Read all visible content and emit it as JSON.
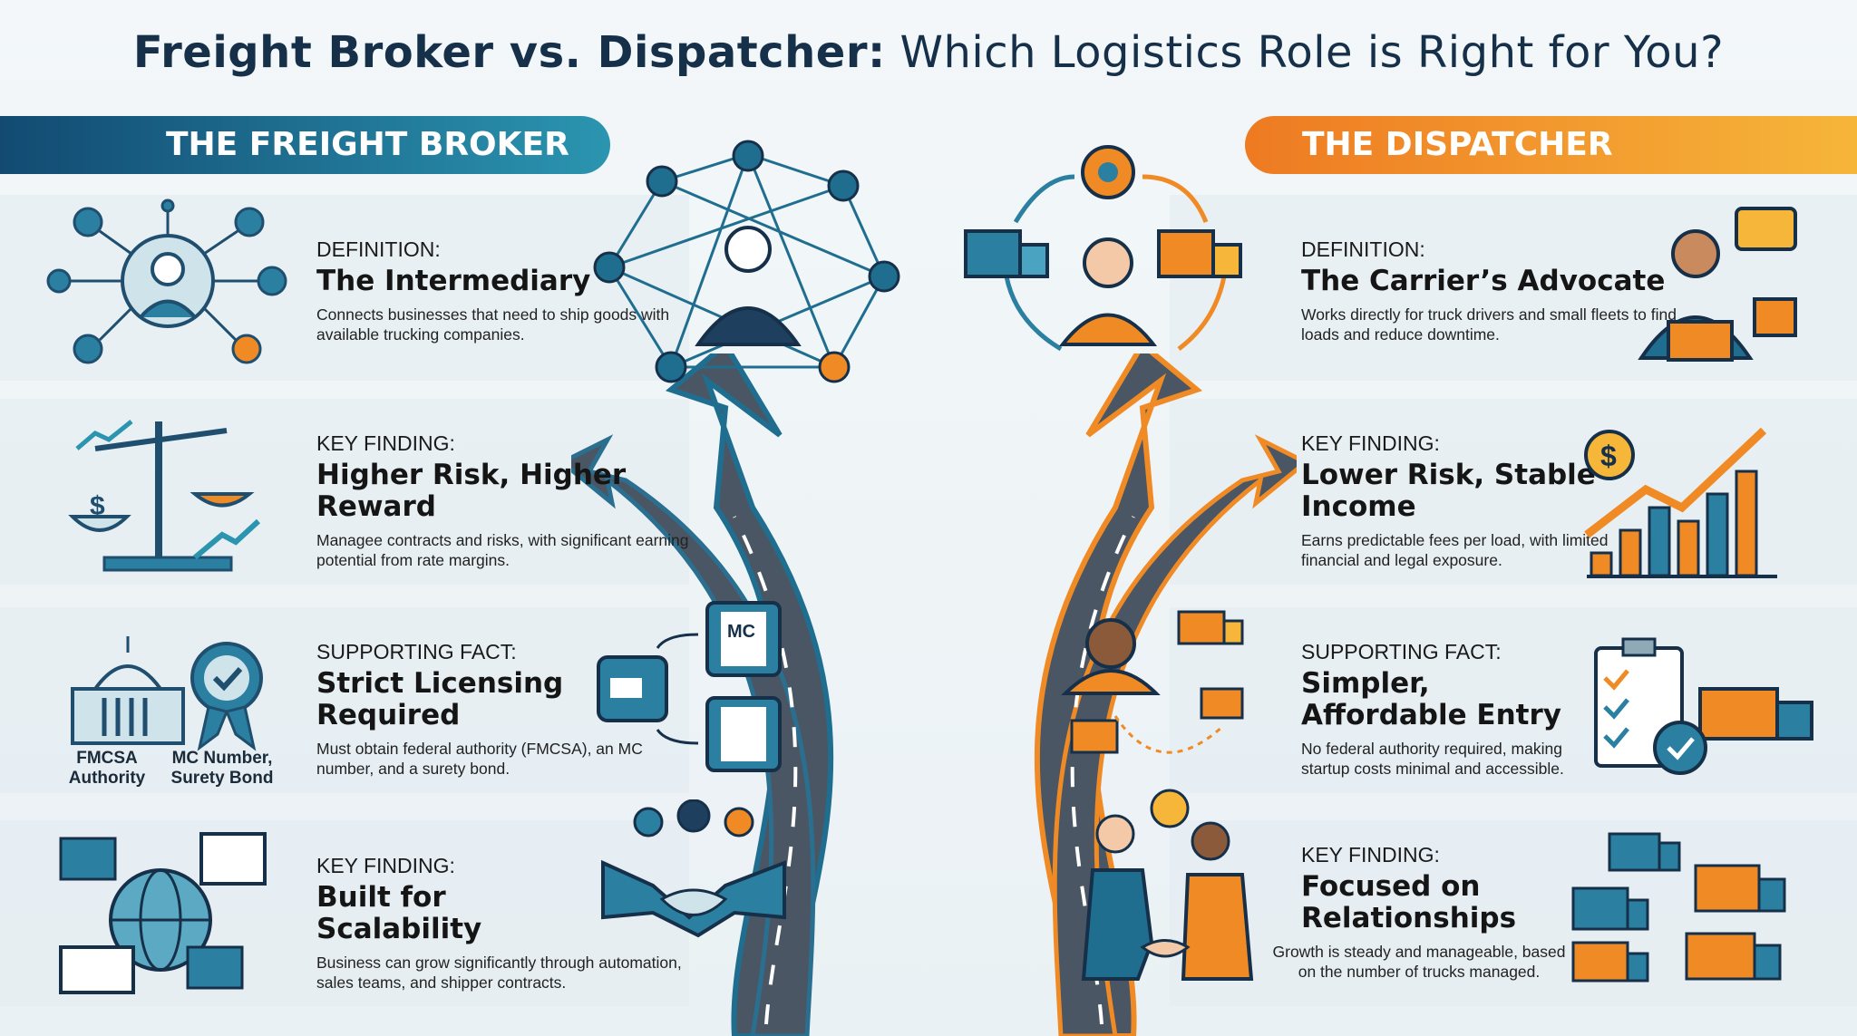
{
  "title": {
    "bold": "Freight Broker vs. Dispatcher:",
    "rest": " Which Logistics Role is Right for You?"
  },
  "broker": {
    "banner": "THE FREIGHT BROKER",
    "rows": [
      {
        "label": "DEFINITION:",
        "heading": "The Intermediary",
        "desc": "Connects businesses that need to ship goods with available trucking companies."
      },
      {
        "label": "KEY FINDING:",
        "heading": "Higher Risk, Higher Reward",
        "desc": "Managee contracts and risks, with significant earning potential from rate margins."
      },
      {
        "label": "SUPPORTING FACT:",
        "heading": "Strict Licensing Required",
        "desc": "Must obtain federal authority (FMCSA), an MC number, and a surety bond."
      },
      {
        "label": "KEY FINDING:",
        "heading": "Built for Scalability",
        "desc": "Business can grow significantly through automation, sales teams, and shipper contracts."
      }
    ],
    "captions": {
      "fmcsa": "FMCSA Authority",
      "mc": "MC Number, Surety Bond",
      "mc_doc": "MC"
    }
  },
  "dispatcher": {
    "banner": "THE DISPATCHER",
    "rows": [
      {
        "label": "DEFINITION:",
        "heading": "The Carrier’s Advocate",
        "desc": "Works directly for truck drivers and small fleets to find loads and reduce downtime."
      },
      {
        "label": "KEY FINDING:",
        "heading": "Lower Risk, Stable Income",
        "desc": "Earns predictable fees per load, with limited financial and legal exposure."
      },
      {
        "label": "SUPPORTING FACT:",
        "heading": "Simpler, Affordable Entry",
        "desc": "No federal authority required, making startup costs minimal and accessible."
      },
      {
        "label": "KEY FINDING:",
        "heading": "Focused on Relationships",
        "desc": "Growth is steady and manageable, based on the number of trucks managed."
      }
    ]
  },
  "colors": {
    "blue": "#1f6e8f",
    "navy": "#16304a",
    "orange": "#f08a24",
    "road": "#4a5663"
  }
}
